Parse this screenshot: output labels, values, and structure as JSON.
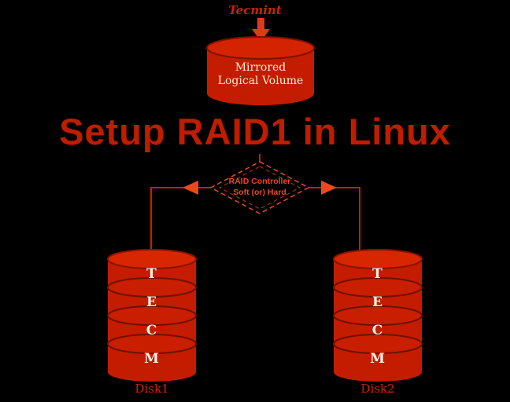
{
  "brand": "Tecmint",
  "title": "Setup RAID1 in Linux",
  "volume": {
    "line1": "Mirrored",
    "line2": "Logical Volume"
  },
  "controller": {
    "line1": "RAID Controller",
    "line2": "Soft (or) Hard"
  },
  "disks": {
    "letters": [
      "T",
      "E",
      "C",
      "M"
    ],
    "items": [
      {
        "label": "Disk1"
      },
      {
        "label": "Disk2"
      }
    ]
  },
  "colors": {
    "background": "#000000",
    "cylinder_red": "#c41c00",
    "cylinder_top_red": "#d82600",
    "rim_dark_red": "#6f1000",
    "title_red": "#bf1c00",
    "accent_orange": "#e8491d",
    "line_red": "#c42000",
    "text_cream": "#f7ecd7",
    "brand_red": "#cc2200",
    "disk_label_red": "#d42100"
  }
}
